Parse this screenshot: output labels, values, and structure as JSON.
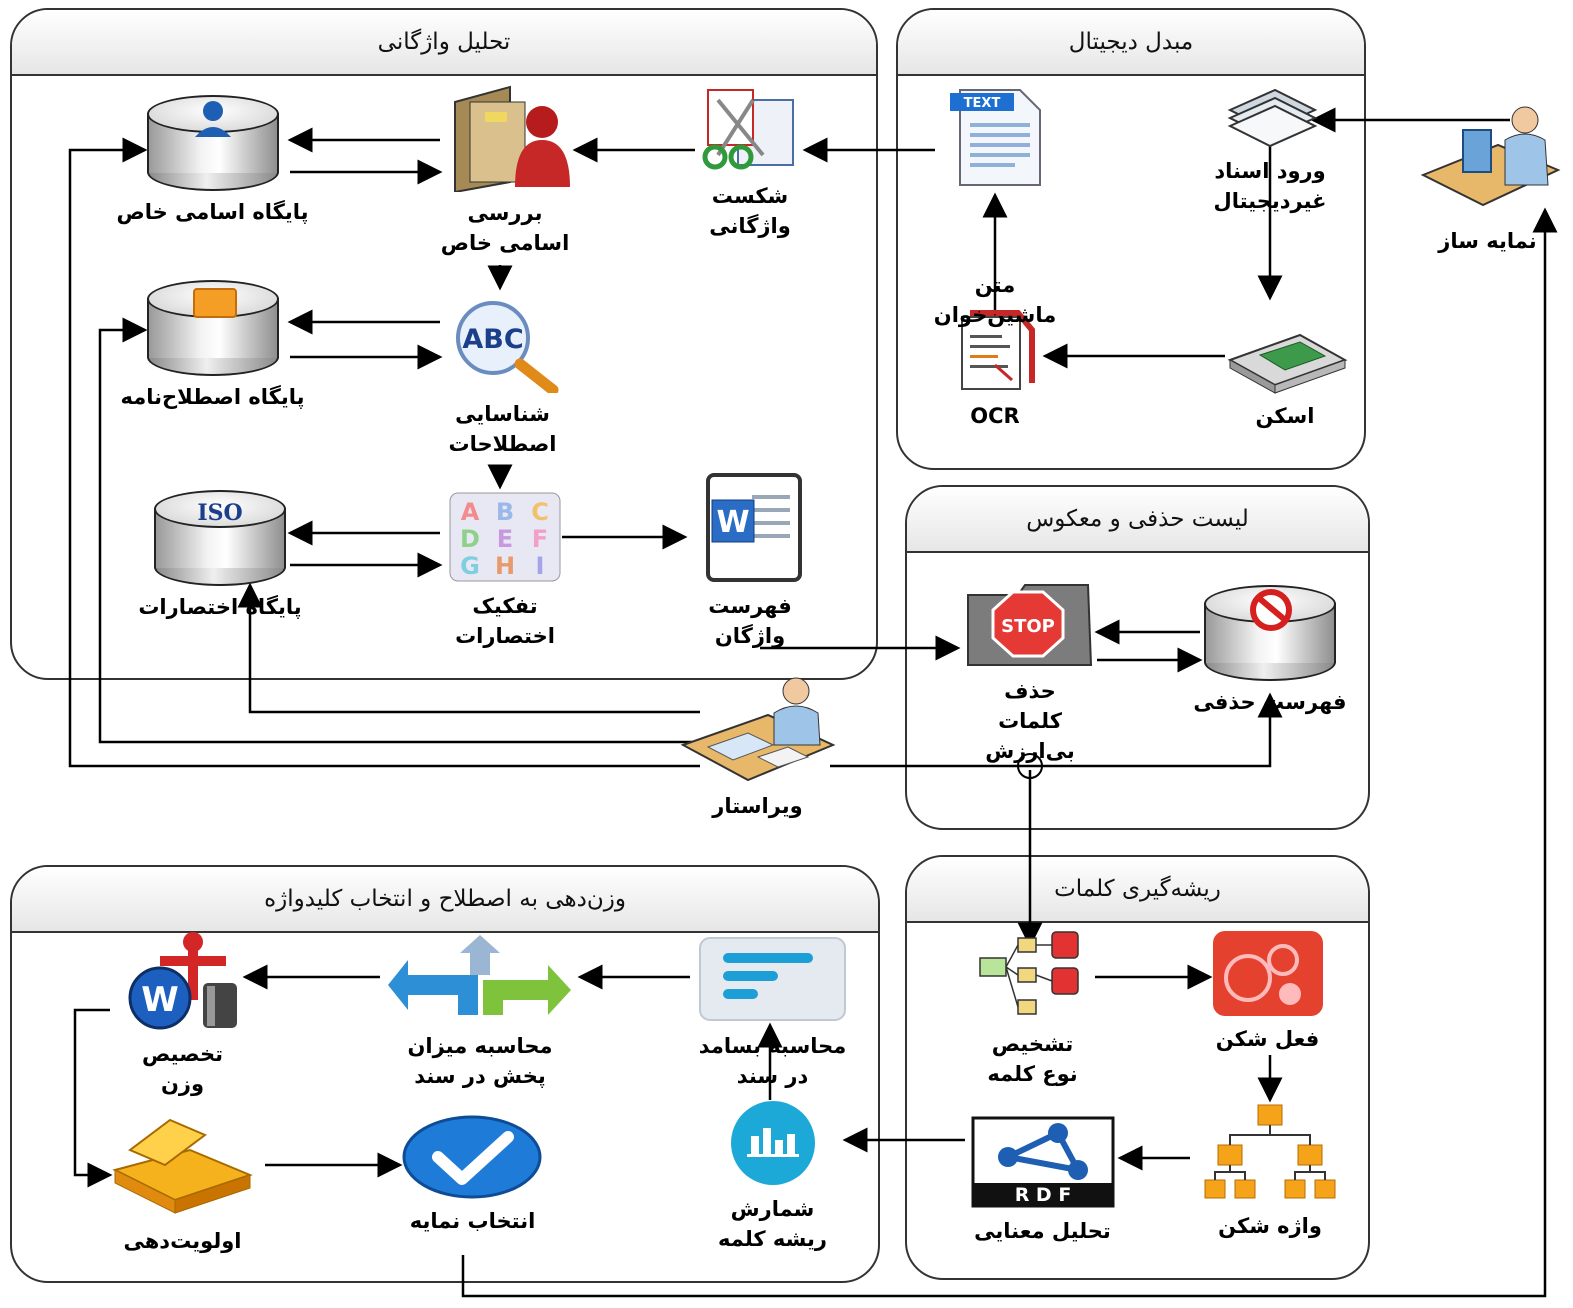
{
  "panels": {
    "lexical_analysis": {
      "title": "تحلیل واژگانی"
    },
    "digitizer": {
      "title": "مبدل دیجیتال"
    },
    "stoplist": {
      "title": "لیست حذفی و معکوس"
    },
    "stemming": {
      "title": "ریشه‌گیری کلمات"
    },
    "weighting": {
      "title": "وزن‌دهی به اصطلاح و انتخاب کلیدواژه"
    }
  },
  "actors": {
    "indexer": {
      "label": "نمایه ساز",
      "icon": "person-at-computer-icon"
    },
    "editor": {
      "label": "ویراستار",
      "icon": "person-at-desk-icon"
    }
  },
  "nodes": {
    "non_digital_input": {
      "label": "ورود اسناد\nغیردیجیتال",
      "icon": "document-stack-icon"
    },
    "scan": {
      "label": "اسکن",
      "icon": "scanner-icon"
    },
    "ocr": {
      "label": "OCR",
      "icon": "ocr-document-icon"
    },
    "machine_readable": {
      "label": "متن\nماشین‌خوان",
      "icon": "text-file-icon",
      "badge": "TEXT"
    },
    "word_break": {
      "label": "شکست\nواژگانی",
      "icon": "scissors-document-icon"
    },
    "proper_names_check": {
      "label": "بررسی\nاسامی خاص",
      "icon": "folder-user-icon"
    },
    "proper_names_db": {
      "label": "پایگاه اسامی خاص",
      "icon": "user-database-icon"
    },
    "term_recognition": {
      "label": "شناسایی\nاصطلاحات",
      "icon": "abc-magnifier-icon",
      "badge": "ABC"
    },
    "thesaurus_db": {
      "label": "پایگاه اصطلاح‌نامه",
      "icon": "thesaurus-database-icon"
    },
    "abbrev_separation": {
      "label": "تفکیک\nاختصارات",
      "icon": "alphabet-blocks-icon",
      "badge": "ABCDEFGHI"
    },
    "abbrev_db": {
      "label": "پایگاه اختصارات",
      "icon": "iso-database-icon",
      "badge": "ISO"
    },
    "word_list": {
      "label": "فهرست\nواژگان",
      "icon": "word-document-icon",
      "badge": "W"
    },
    "stopword_removal": {
      "label": "حذف\nکلمات\nبی‌ارزش",
      "icon": "stop-folder-icon",
      "badge": "STOP"
    },
    "stop_list": {
      "label": "فهرست حذفی",
      "icon": "no-sign-database-icon"
    },
    "word_type": {
      "label": "تشخیص\nنوع کلمه",
      "icon": "flowchart-icon"
    },
    "verb_breaker": {
      "label": "فعل شکن",
      "icon": "bubbles-icon"
    },
    "word_breaker": {
      "label": "واژه شکن",
      "icon": "hierarchy-icon"
    },
    "semantic_analysis": {
      "label": "تحلیل معنایی",
      "icon": "rdf-icon",
      "badge": "R D F"
    },
    "root_count": {
      "label": "شمارش\nریشه کلمه",
      "icon": "bar-chart-circle-icon"
    },
    "doc_frequency": {
      "label": "محاسبه بسامد\nدر سند",
      "icon": "frequency-list-icon"
    },
    "distribution": {
      "label": "محاسبه میزان\nپخش در سند",
      "icon": "diverging-arrows-icon"
    },
    "weight_assign": {
      "label": "تخصیص\nوزن",
      "icon": "weight-scale-icon",
      "badge": "W"
    },
    "prioritize": {
      "label": "اولویت‌دهی",
      "icon": "gold-bars-icon"
    },
    "index_select": {
      "label": "انتخاب نمایه",
      "icon": "checkmark-icon"
    }
  }
}
